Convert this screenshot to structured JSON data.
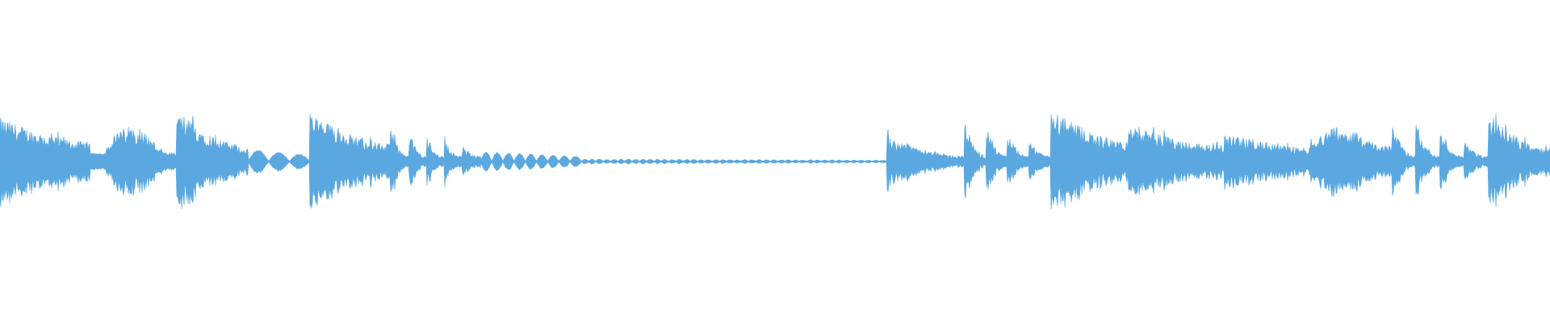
{
  "waveform": {
    "color": "#5ba8e0",
    "background": "#ffffff",
    "segments": [
      {
        "start": 0.0,
        "end": 0.058,
        "peak": 0.5,
        "end_level": 0.22,
        "shape": "decay",
        "density": "dense"
      },
      {
        "start": 0.058,
        "end": 0.068,
        "peak": 0.1,
        "end_level": 0.06,
        "shape": "flat",
        "density": "sparse"
      },
      {
        "start": 0.068,
        "end": 0.114,
        "peak": 0.45,
        "end_level": 0.1,
        "shape": "swell",
        "density": "dense"
      },
      {
        "start": 0.114,
        "end": 0.16,
        "peak": 0.58,
        "end_level": 0.16,
        "shape": "decay",
        "density": "dense"
      },
      {
        "start": 0.16,
        "end": 0.2,
        "peak": 0.15,
        "end_level": 0.05,
        "shape": "pulses",
        "density": "pulse",
        "pulse_count": 3
      },
      {
        "start": 0.2,
        "end": 0.252,
        "peak": 0.55,
        "end_level": 0.2,
        "shape": "decay",
        "density": "dense"
      },
      {
        "start": 0.252,
        "end": 0.31,
        "peak": 0.38,
        "end_level": 0.12,
        "shape": "bursts",
        "density": "burst",
        "pulse_count": 5
      },
      {
        "start": 0.31,
        "end": 0.375,
        "peak": 0.12,
        "end_level": 0.04,
        "shape": "pulses",
        "density": "pulse",
        "pulse_count": 9
      },
      {
        "start": 0.375,
        "end": 0.572,
        "peak": 0.03,
        "end_level": 0.02,
        "shape": "pulses",
        "density": "thin",
        "pulse_count": 42
      },
      {
        "start": 0.572,
        "end": 0.622,
        "peak": 0.3,
        "end_level": 0.06,
        "shape": "decay",
        "density": "dense"
      },
      {
        "start": 0.622,
        "end": 0.678,
        "peak": 0.48,
        "end_level": 0.12,
        "shape": "bursts",
        "density": "burst",
        "pulse_count": 4
      },
      {
        "start": 0.678,
        "end": 0.728,
        "peak": 0.6,
        "end_level": 0.22,
        "shape": "decay",
        "density": "dense"
      },
      {
        "start": 0.728,
        "end": 0.79,
        "peak": 0.42,
        "end_level": 0.18,
        "shape": "decay",
        "density": "dense"
      },
      {
        "start": 0.79,
        "end": 0.845,
        "peak": 0.32,
        "end_level": 0.16,
        "shape": "decay",
        "density": "dense"
      },
      {
        "start": 0.845,
        "end": 0.898,
        "peak": 0.42,
        "end_level": 0.18,
        "shape": "swell",
        "density": "dense"
      },
      {
        "start": 0.898,
        "end": 0.96,
        "peak": 0.45,
        "end_level": 0.12,
        "shape": "bursts",
        "density": "burst",
        "pulse_count": 4
      },
      {
        "start": 0.96,
        "end": 1.0,
        "peak": 0.52,
        "end_level": 0.14,
        "shape": "decay",
        "density": "dense"
      }
    ]
  }
}
